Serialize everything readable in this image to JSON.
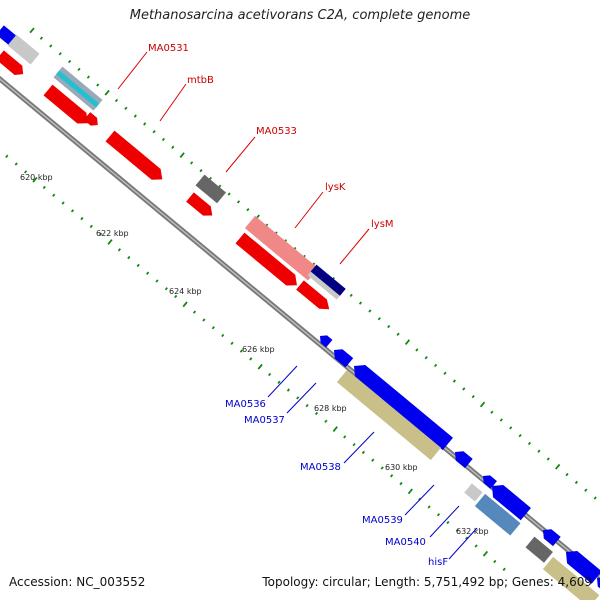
{
  "header": {
    "title": "Methanosarcina acetivorans C2A, complete genome"
  },
  "footer": {
    "accession": "Accession: NC_003552",
    "summary": "Topology: circular; Length: 5,751,492 bp; Genes: 4,609"
  },
  "scale_labels": [
    "620 kbp",
    "622 kbp",
    "624 kbp",
    "626 kbp",
    "628 kbp",
    "630 kbp",
    "632 kbp"
  ],
  "gene_labels": {
    "forward": [
      "MA0531",
      "mtbB",
      "MA0533",
      "lysK",
      "lysM"
    ],
    "reverse": [
      "MA0536",
      "MA0537",
      "MA0538",
      "MA0539",
      "MA0540",
      "hisF"
    ]
  },
  "colors": {
    "forward_gene": "#ff0000",
    "reverse_gene": "#0000ff",
    "backbone": "#808080",
    "tick": "#118811",
    "forward_label": "#cc0000",
    "reverse_label": "#0000cc"
  }
}
